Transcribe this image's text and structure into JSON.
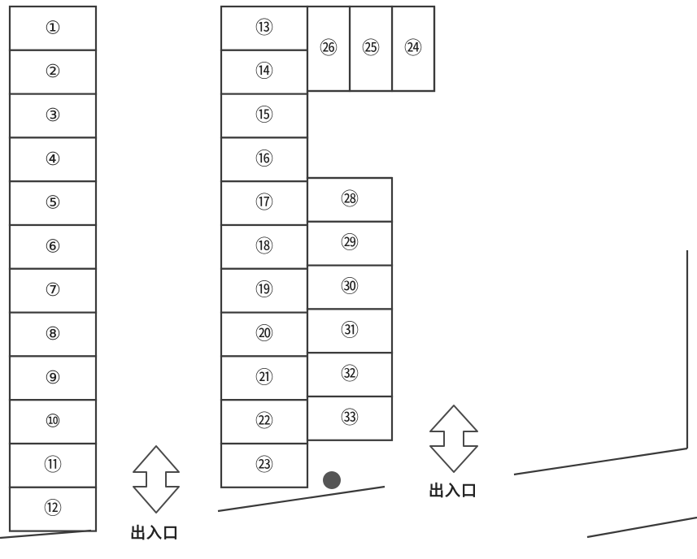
{
  "spaces": [
    {
      "id": 1,
      "label": "①"
    },
    {
      "id": 2,
      "label": "②"
    },
    {
      "id": 3,
      "label": "③"
    },
    {
      "id": 4,
      "label": "④"
    },
    {
      "id": 5,
      "label": "⑤"
    },
    {
      "id": 6,
      "label": "⑥"
    },
    {
      "id": 7,
      "label": "⑦"
    },
    {
      "id": 8,
      "label": "⑧"
    },
    {
      "id": 9,
      "label": "⑨"
    },
    {
      "id": 10,
      "label": "⑩"
    },
    {
      "id": 11,
      "label": "⑪"
    },
    {
      "id": 12,
      "label": "⑫"
    },
    {
      "id": 13,
      "label": "⑬"
    },
    {
      "id": 14,
      "label": "⑭"
    },
    {
      "id": 15,
      "label": "⑮"
    },
    {
      "id": 16,
      "label": "⑯"
    },
    {
      "id": 17,
      "label": "⑰"
    },
    {
      "id": 18,
      "label": "⑱"
    },
    {
      "id": 19,
      "label": "⑲"
    },
    {
      "id": 20,
      "label": "⑳"
    },
    {
      "id": 21,
      "label": "㉑"
    },
    {
      "id": 22,
      "label": "㉒"
    },
    {
      "id": 23,
      "label": "㉓"
    },
    {
      "id": 24,
      "label": "㉔"
    },
    {
      "id": 25,
      "label": "㉕"
    },
    {
      "id": 26,
      "label": "㉖"
    },
    {
      "id": 28,
      "label": "㉘"
    },
    {
      "id": 29,
      "label": "㉙"
    },
    {
      "id": 30,
      "label": "㉚"
    },
    {
      "id": 31,
      "label": "㉛"
    },
    {
      "id": 32,
      "label": "㉜"
    },
    {
      "id": 33,
      "label": "㉝"
    }
  ],
  "entrances": [
    {
      "label": "出入口"
    },
    {
      "label": "出入口"
    }
  ],
  "colors": {
    "line": "#3a3a3a",
    "marker": "#555555"
  }
}
